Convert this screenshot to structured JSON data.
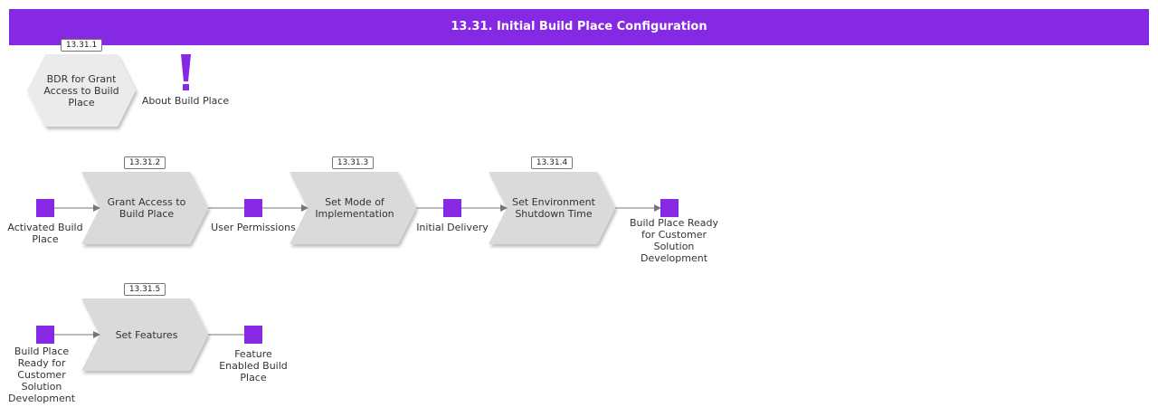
{
  "header": {
    "title": "13.31. Initial Build Place Configuration"
  },
  "colors": {
    "accent": "#8629e4",
    "shape_fill": "#dadada",
    "shape_fill_light": "#ebebeb",
    "connector": "#777777"
  },
  "top_row": {
    "bdr": {
      "number": "13.31.1",
      "label": "BDR for Grant Access to Build Place"
    },
    "about": {
      "icon": "exclamation-icon",
      "label": "About Build Place"
    }
  },
  "flow_1": {
    "start_event": "Activated Build Place",
    "step_1": {
      "number": "13.31.2",
      "label": "Grant Access to Build Place"
    },
    "event_2": "User Permissions",
    "step_2": {
      "number": "13.31.3",
      "label": "Set Mode of Implementation"
    },
    "event_3": "Initial Delivery",
    "step_3": {
      "number": "13.31.4",
      "label": "Set Environment Shutdown Time"
    },
    "end_event": "Build Place Ready for Customer Solution Development"
  },
  "flow_2": {
    "start_event": "Build Place Ready for Customer Solution Development",
    "step_1": {
      "number": "13.31.5",
      "label": "Set Features"
    },
    "end_event": "Feature Enabled Build Place"
  }
}
